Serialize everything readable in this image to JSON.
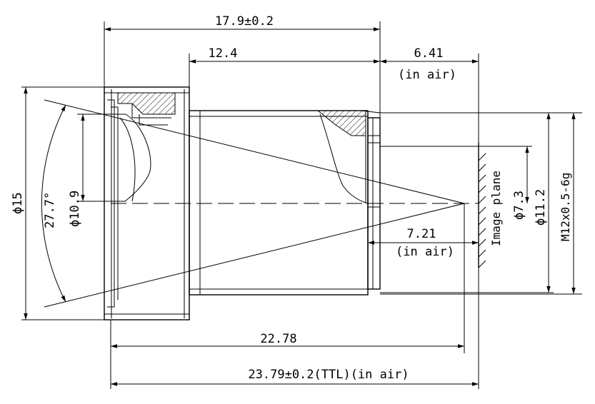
{
  "dimensions": {
    "overall_length": "17.9±0.2",
    "barrel_length": "12.4",
    "back_focal_air": "6.41",
    "back_focal_air_note": "(in air)",
    "flange_distance": "7.21",
    "flange_distance_note": "(in air)",
    "front_to_image": "22.78",
    "ttl": "23.79±0.2(TTL)(in air)",
    "outer_diameter": "ϕ15",
    "field_angle": "27.7°",
    "aperture_diameter": "ϕ10.9",
    "image_circle": "ϕ7.3",
    "barrel_diameter": "ϕ11.2",
    "thread": "M12x0.5-6g"
  },
  "labels": {
    "image_plane": "Image plane"
  }
}
